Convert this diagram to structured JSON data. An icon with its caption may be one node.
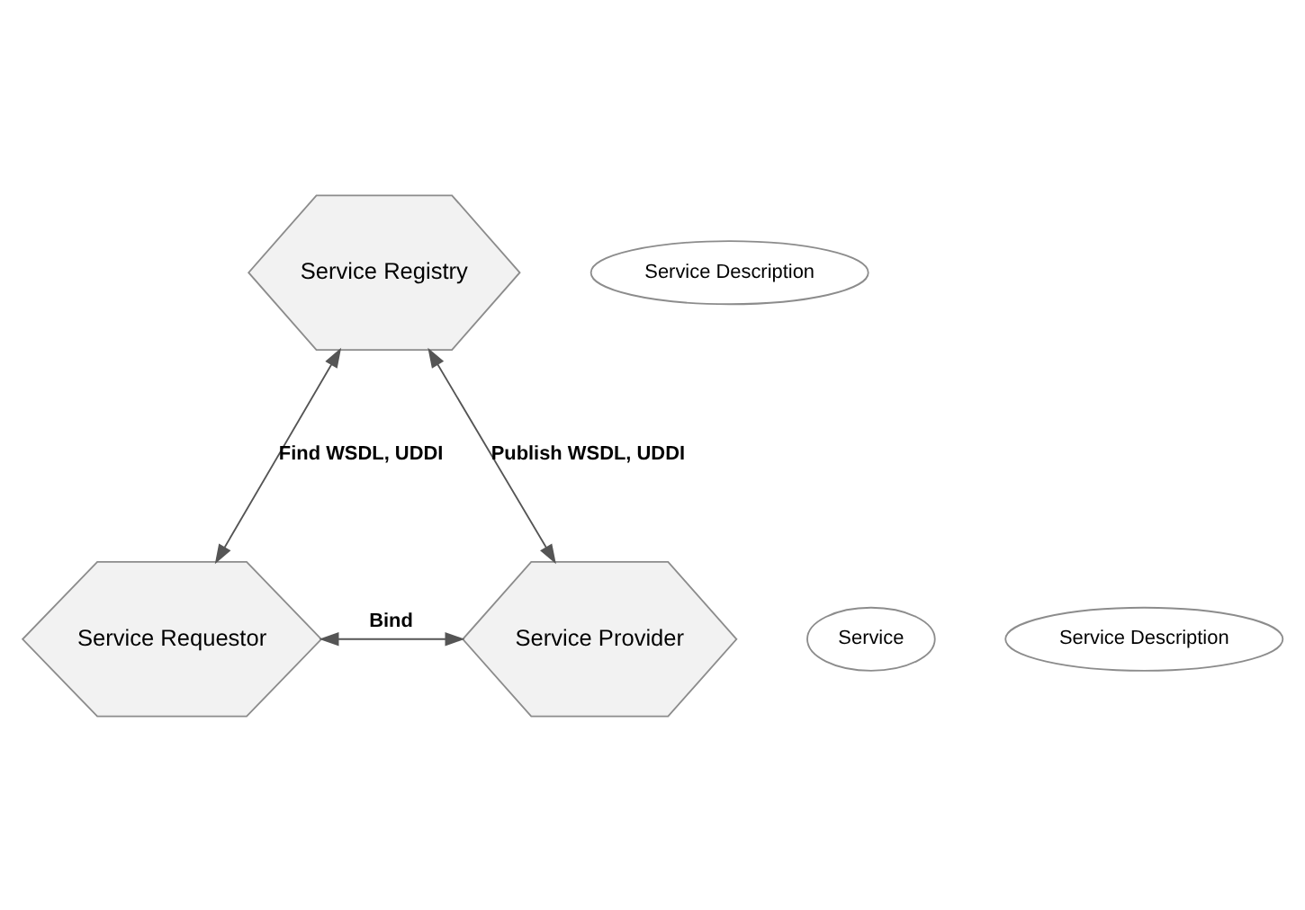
{
  "diagram": {
    "nodes": [
      {
        "text": [
          "Service Registry"
        ]
      },
      {
        "text": [
          "Service Description"
        ]
      },
      {
        "text": [
          "Service Requestor"
        ]
      },
      {
        "text": [
          "Service Provider"
        ]
      },
      {
        "text": [
          "Service"
        ]
      },
      {
        "text": [
          "Service Description"
        ]
      }
    ],
    "edges": [
      {
        "from": 2,
        "to": 0,
        "arrow": "both",
        "label": "Find WSDL, UDDI"
      },
      {
        "from": 0,
        "to": 3,
        "arrow": "both",
        "label": "Publish WSDL, UDDI"
      },
      {
        "from": 2,
        "to": 3,
        "arrow": "both",
        "label": "Bind"
      }
    ]
  }
}
